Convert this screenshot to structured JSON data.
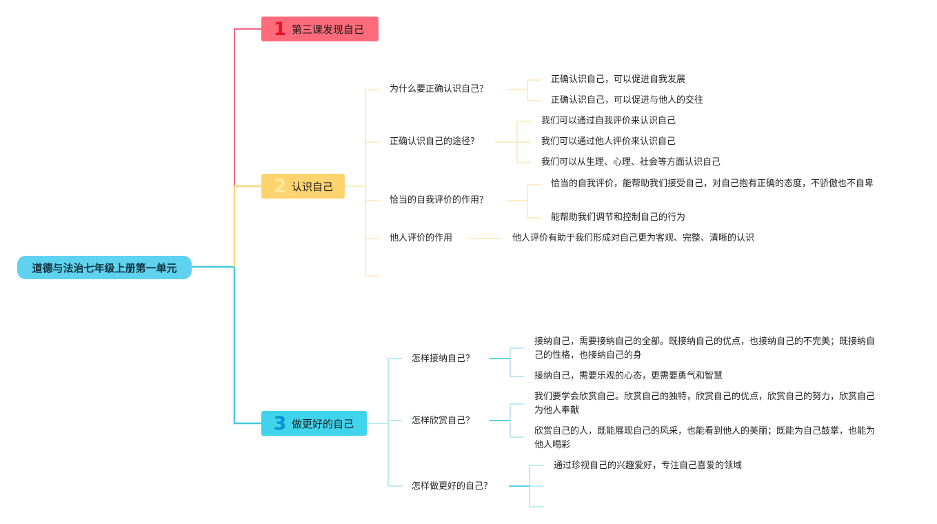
{
  "root": {
    "label": "道德与法治七年级上册第一单元"
  },
  "topics": [
    {
      "num": "1",
      "label": "第三课发现自己",
      "color": "#ff6b7a"
    },
    {
      "num": "2",
      "label": "认识自己",
      "color": "#ffd46f",
      "subs": [
        {
          "label": "为什么要正确认识自己？",
          "leaves": [
            "正确认识自己，可以促进自我发展",
            "正确认识自己，可以促进与他人的交往"
          ]
        },
        {
          "label": "正确认识自己的途径？",
          "leaves": [
            "我们可以通过自我评价来认识自己",
            "我们可以通过他人评价来认识自己",
            "我们可以从生理、心理、社会等方面认识自己"
          ]
        },
        {
          "label": "恰当的自我评价的作用？",
          "leaves": [
            "恰当的自我评价，能帮助我们接受自己，对自己抱有正确的态度，不骄傲也不自卑",
            "能帮助我们调节和控制自己的行为"
          ]
        },
        {
          "label": "他人评价的作用",
          "leaves": [
            "他人评价有助于我们形成对自己更为客观、完整、清晰的认识"
          ]
        }
      ]
    },
    {
      "num": "3",
      "label": "做更好的自己",
      "color": "#3fd4ec",
      "subs": [
        {
          "label": "怎样接纳自己？",
          "leaves": [
            "接纳自己，需要接纳自己的全部。既接纳自己的优点，也接纳自己的不完美；既接纳自己的性格，也接纳自己的身",
            "接纳自己，需要乐观的心态，更需要勇气和智慧"
          ]
        },
        {
          "label": "怎样欣赏自己？",
          "leaves": [
            "我们要学会欣赏自己。欣赏自己的独特，欣赏自己的优点，欣赏自己的努力，欣赏自己为他人奉献",
            "欣赏自己的人，既能展现自己的风采，也能看到他人的美丽；既能为自己鼓掌，也能为他人喝彩"
          ]
        },
        {
          "label": "怎样做更好的自己？",
          "leaves": [
            "通过珍视自己的兴趣爱好，专注自己喜爱的领域"
          ]
        }
      ]
    }
  ],
  "colors": {
    "red_branch": "#ef6c80",
    "yellow_branch": "#fbd77e",
    "blue_branch": "#45c9de",
    "light_blue": "#a8e3ee"
  }
}
